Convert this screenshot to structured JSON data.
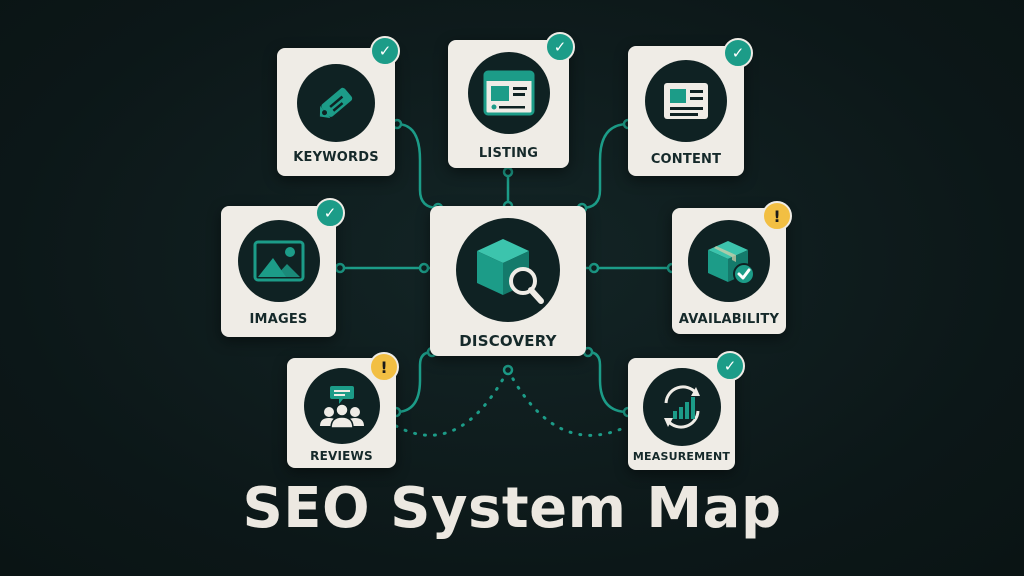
{
  "title": "SEO System Map",
  "colors": {
    "background": "#0d1a1b",
    "card": "#efece6",
    "accent": "#1c9c88",
    "warning": "#f2bf43",
    "icon_bg": "#0f2223"
  },
  "center": {
    "label": "DISCOVERY",
    "icon": "cube-search-icon"
  },
  "nodes": [
    {
      "id": "keywords",
      "label": "KEYWORDS",
      "icon": "tag-icon",
      "status": "ok"
    },
    {
      "id": "listing",
      "label": "LISTING",
      "icon": "listing-page-icon",
      "status": "ok"
    },
    {
      "id": "content",
      "label": "CONTENT",
      "icon": "document-icon",
      "status": "ok"
    },
    {
      "id": "images",
      "label": "IMAGES",
      "icon": "image-icon",
      "status": "ok"
    },
    {
      "id": "availability",
      "label": "AVAILABILITY",
      "icon": "box-check-icon",
      "status": "warning"
    },
    {
      "id": "reviews",
      "label": "REVIEWS",
      "icon": "people-chat-icon",
      "status": "warning"
    },
    {
      "id": "measurement",
      "label": "MEASUREMENT",
      "icon": "chart-cycle-icon",
      "status": "ok"
    }
  ],
  "status_symbols": {
    "ok": "✓",
    "warning": "!"
  }
}
